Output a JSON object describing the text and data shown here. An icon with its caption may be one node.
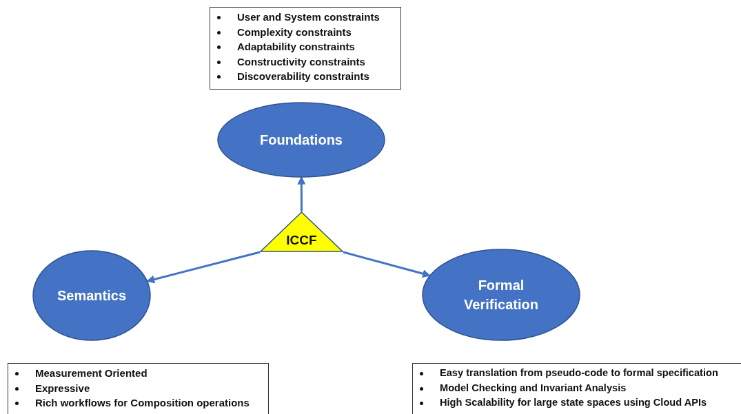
{
  "diagram": {
    "nodes": [
      {
        "text": [
          "User and System constraints",
          "Complexity constraints",
          "Adaptability constraints",
          "Constructivity constraints",
          "Discoverability constraints"
        ]
      },
      {
        "text": [
          "Foundations"
        ]
      },
      {
        "text": [
          "ICCF"
        ]
      },
      {
        "text": [
          "Semantics"
        ]
      },
      {
        "text": [
          "Formal Verification"
        ]
      },
      {
        "text": [
          "Measurement Oriented",
          "Expressive",
          "Rich workflows for Composition operations"
        ]
      },
      {
        "text": [
          "Easy translation from pseudo-code to formal specification",
          "Model Checking and Invariant Analysis",
          "High Scalability for large state spaces using Cloud APIs"
        ]
      }
    ],
    "edges": [
      {
        "from": 2,
        "to": 1,
        "arrow": "to"
      },
      {
        "from": 2,
        "to": 3,
        "arrow": "to"
      },
      {
        "from": 2,
        "to": 4,
        "arrow": "to"
      }
    ]
  }
}
